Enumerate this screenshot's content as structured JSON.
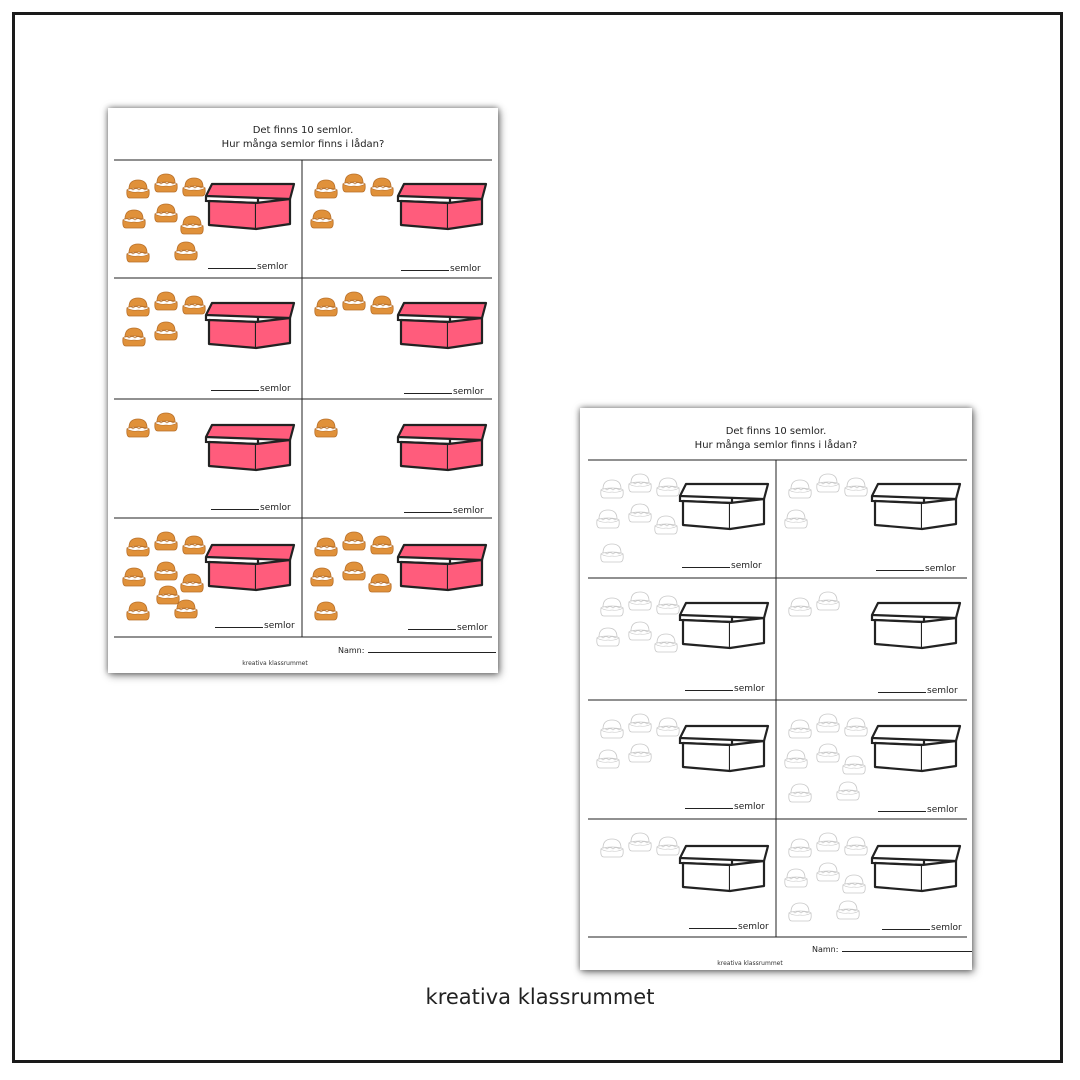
{
  "brand": "kreativa klassrummet",
  "colors": {
    "box_fill_color": "#ff5c7c",
    "bun_fill_color": "#e0913a",
    "bun_outline_color": "#c8c8c8",
    "line_color": "#222222"
  },
  "worksheet_color": {
    "title_line_1": "Det finns 10 semlor.",
    "title_line_2": "Hur många semlor finns i lådan?",
    "answer_suffix": "semlor",
    "name_label": "Namn:",
    "footer": "kreativa klassrummet",
    "cells": [
      {
        "buns_shown": 8
      },
      {
        "buns_shown": 4
      },
      {
        "buns_shown": 5
      },
      {
        "buns_shown": 3
      },
      {
        "buns_shown": 2
      },
      {
        "buns_shown": 1
      },
      {
        "buns_shown": 9
      },
      {
        "buns_shown": 7
      }
    ]
  },
  "worksheet_outline": {
    "title_line_1": "Det finns 10 semlor.",
    "title_line_2": "Hur många semlor finns i lådan?",
    "answer_suffix": "semlor",
    "name_label": "Namn:",
    "footer": "kreativa klassrummet",
    "cells": [
      {
        "buns_shown": 7
      },
      {
        "buns_shown": 4
      },
      {
        "buns_shown": 6
      },
      {
        "buns_shown": 2
      },
      {
        "buns_shown": 5
      },
      {
        "buns_shown": 8
      },
      {
        "buns_shown": 3
      },
      {
        "buns_shown": 8
      }
    ]
  }
}
